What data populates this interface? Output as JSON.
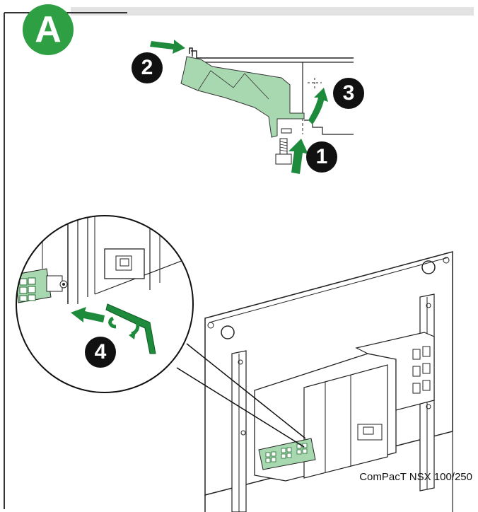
{
  "header": {
    "badge_letter": "A"
  },
  "steps": {
    "one": "1",
    "two": "2",
    "three": "3",
    "four": "4"
  },
  "caption": {
    "model": "ComPacT NSX 100/250"
  },
  "colors": {
    "accent_green": "#2ea043",
    "light_green": "#a8d8b0",
    "dark_green": "#1e8a3c",
    "header_bar": "#e3e3e3"
  }
}
